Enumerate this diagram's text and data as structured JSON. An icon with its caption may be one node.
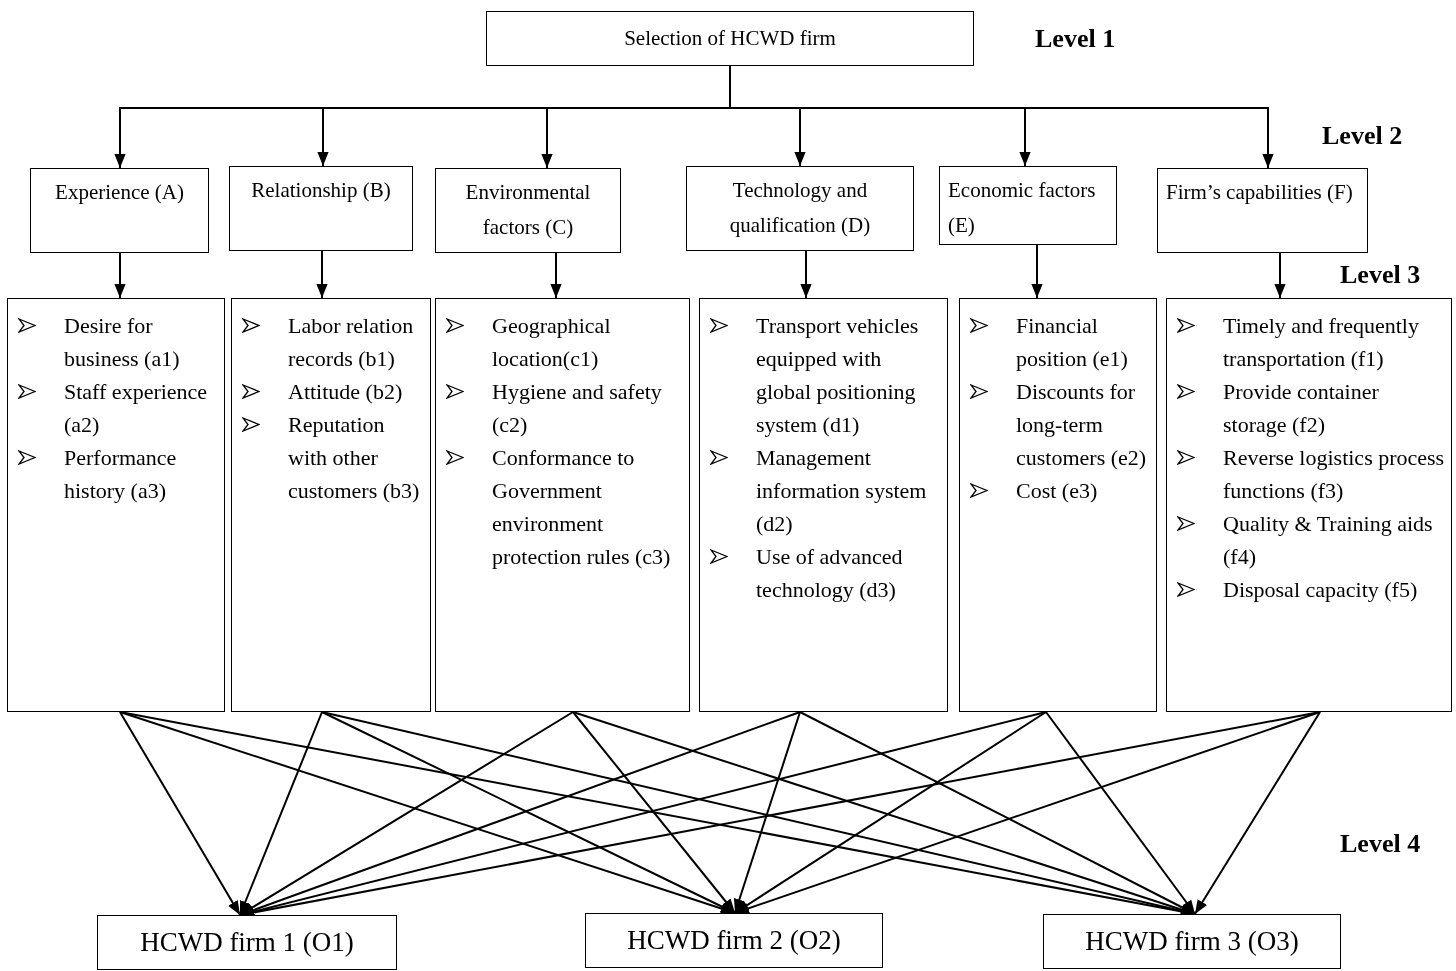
{
  "diagram": {
    "nodes": [
      {
        "text": [
          "Selection of HCWD firm"
        ]
      },
      {
        "text": [
          "Experience (A)"
        ]
      },
      {
        "text": [
          "Relationship (B)"
        ]
      },
      {
        "text": [
          "Environmental factors (C)"
        ]
      },
      {
        "text": [
          "Technology and qualification (D)"
        ]
      },
      {
        "text": [
          "Economic factors (E)"
        ]
      },
      {
        "text": [
          "Firm’s capabilities (F)"
        ]
      },
      {
        "text": [
          "Desire for business (a1)",
          "Staff experience (a2)",
          "Performance history (a3)"
        ]
      },
      {
        "text": [
          "Labor relation records (b1)",
          "Attitude (b2)",
          "Reputation with other customers (b3)"
        ]
      },
      {
        "text": [
          "Geographical location(c1)",
          "Hygiene and safety (c2)",
          "Conformance to Government environment protection rules (c3)"
        ]
      },
      {
        "text": [
          "Transport vehicles equipped with global positioning system (d1)",
          "Management information system (d2)",
          "Use of advanced technology (d3)"
        ]
      },
      {
        "text": [
          "Financial position (e1)",
          "Discounts for long-term customers (e2)",
          "Cost (e3)"
        ]
      },
      {
        "text": [
          "Timely and frequently transportation (f1)",
          "Provide container storage (f2)",
          "Reverse logistics process functions (f3)",
          "Quality & Training aids (f4)",
          "Disposal capacity (f5)"
        ]
      },
      {
        "text": [
          "HCWD firm 1 (O1)"
        ]
      },
      {
        "text": [
          "HCWD firm 2 (O2)"
        ]
      },
      {
        "text": [
          "HCWD firm 3 (O3)"
        ]
      }
    ],
    "edges": [
      {
        "from": 0,
        "to": 1,
        "arrow": "to"
      },
      {
        "from": 0,
        "to": 2,
        "arrow": "to"
      },
      {
        "from": 0,
        "to": 3,
        "arrow": "to"
      },
      {
        "from": 0,
        "to": 4,
        "arrow": "to"
      },
      {
        "from": 0,
        "to": 5,
        "arrow": "to"
      },
      {
        "from": 0,
        "to": 6,
        "arrow": "to"
      },
      {
        "from": 1,
        "to": 7,
        "arrow": "to"
      },
      {
        "from": 2,
        "to": 8,
        "arrow": "to"
      },
      {
        "from": 3,
        "to": 9,
        "arrow": "to"
      },
      {
        "from": 4,
        "to": 10,
        "arrow": "to"
      },
      {
        "from": 5,
        "to": 11,
        "arrow": "to"
      },
      {
        "from": 6,
        "to": 12,
        "arrow": "to"
      },
      {
        "from": 7,
        "to": 13,
        "arrow": "to"
      },
      {
        "from": 7,
        "to": 14,
        "arrow": "to"
      },
      {
        "from": 7,
        "to": 15,
        "arrow": "to"
      },
      {
        "from": 8,
        "to": 13,
        "arrow": "to"
      },
      {
        "from": 8,
        "to": 14,
        "arrow": "to"
      },
      {
        "from": 8,
        "to": 15,
        "arrow": "to"
      },
      {
        "from": 9,
        "to": 13,
        "arrow": "to"
      },
      {
        "from": 9,
        "to": 14,
        "arrow": "to"
      },
      {
        "from": 9,
        "to": 15,
        "arrow": "to"
      },
      {
        "from": 10,
        "to": 13,
        "arrow": "to"
      },
      {
        "from": 10,
        "to": 14,
        "arrow": "to"
      },
      {
        "from": 10,
        "to": 15,
        "arrow": "to"
      },
      {
        "from": 11,
        "to": 13,
        "arrow": "to"
      },
      {
        "from": 11,
        "to": 14,
        "arrow": "to"
      },
      {
        "from": 11,
        "to": 15,
        "arrow": "to"
      },
      {
        "from": 12,
        "to": 13,
        "arrow": "to"
      },
      {
        "from": 12,
        "to": 14,
        "arrow": "to"
      },
      {
        "from": 12,
        "to": 15,
        "arrow": "to"
      }
    ],
    "labels": [
      "Level 1",
      "Level 2",
      "Level 3",
      "Level 4"
    ]
  }
}
